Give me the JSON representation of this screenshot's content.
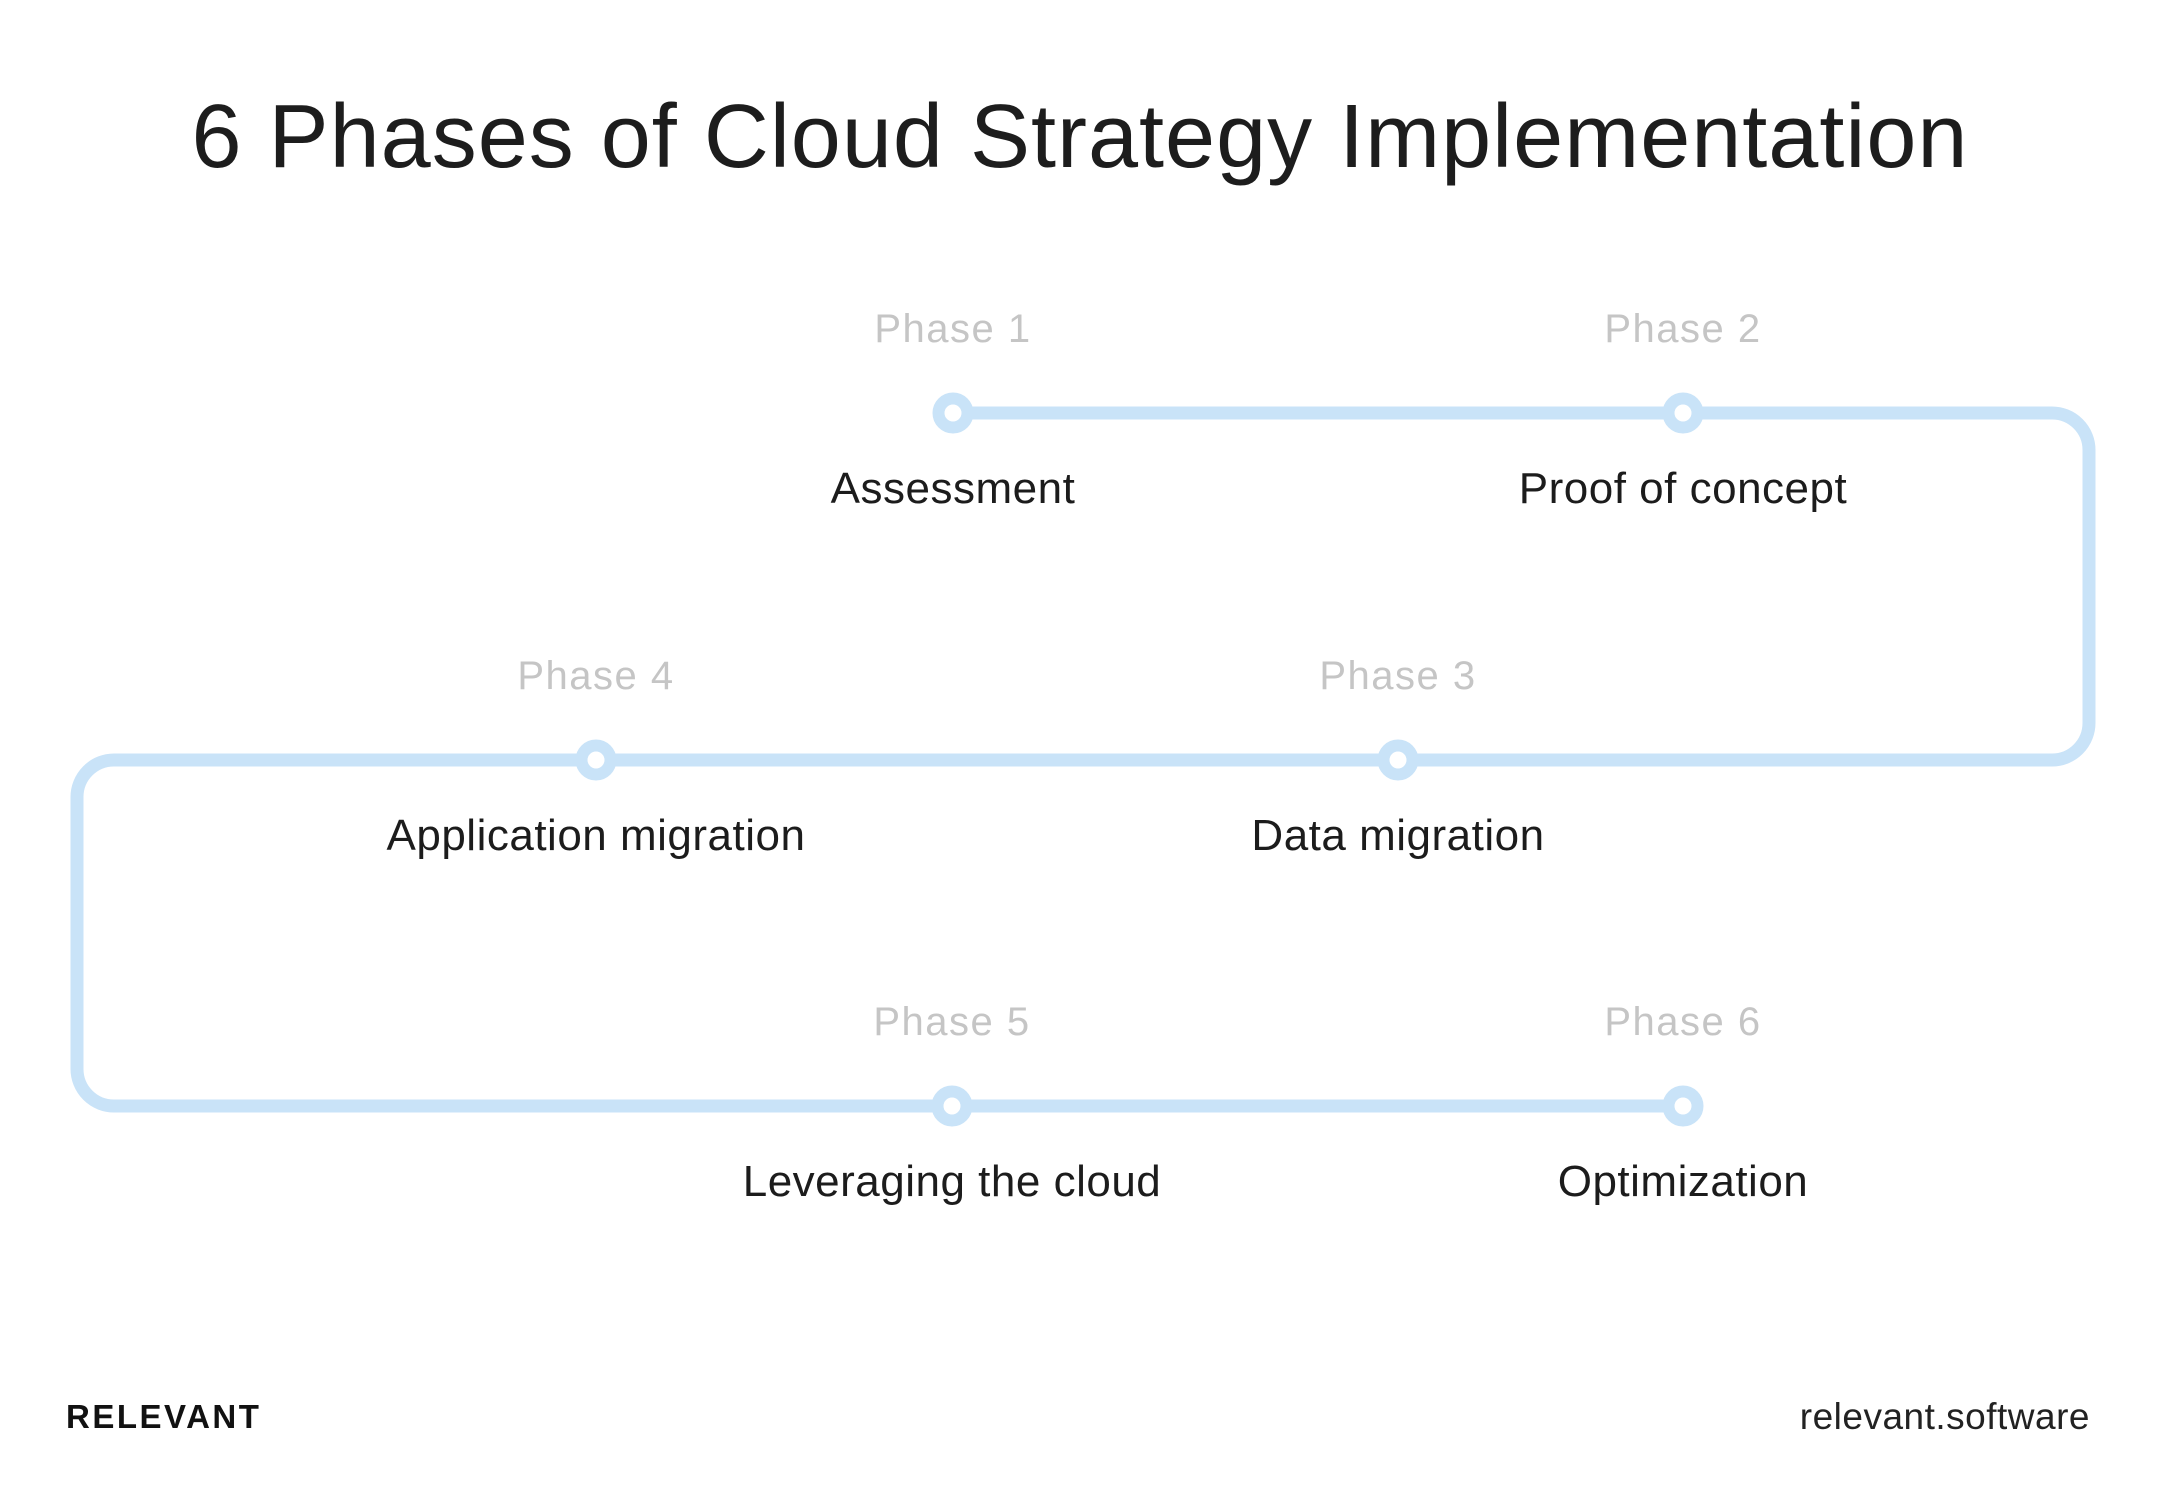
{
  "title": "6 Phases of Cloud Strategy Implementation",
  "colors": {
    "path_blue": "#c9e3f8",
    "phase_label_gray": "#c5c5c5",
    "text_dark": "#1c1c1c"
  },
  "phases": [
    {
      "label": "Phase 1",
      "name": "Assessment"
    },
    {
      "label": "Phase 2",
      "name": "Proof of concept"
    },
    {
      "label": "Phase 3",
      "name": "Data migration"
    },
    {
      "label": "Phase 4",
      "name": "Application migration"
    },
    {
      "label": "Phase 5",
      "name": "Leveraging the cloud"
    },
    {
      "label": "Phase 6",
      "name": "Optimization"
    }
  ],
  "footer": {
    "brand": "RELEVANT",
    "website": "relevant.software"
  }
}
